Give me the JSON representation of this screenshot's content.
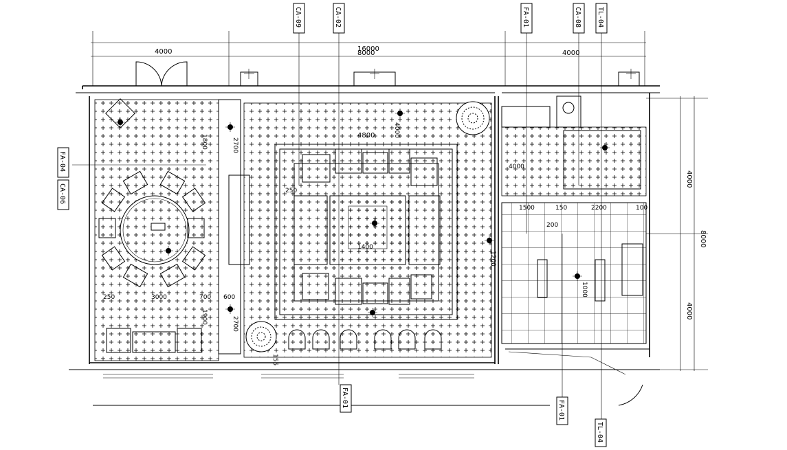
{
  "dimensions": {
    "top_total": "16000",
    "top_left": "4000",
    "top_mid": "8000",
    "top_right": "4000",
    "right_top": "4000",
    "right_total": "8000",
    "right_bottom": "4000",
    "inner_4800": "4800",
    "inner_4000a": "4000",
    "inner_4000b": "4000",
    "d1800": "1800",
    "d2700a": "2700",
    "d2700b": "2700",
    "d1500": "1500",
    "d150": "150",
    "d200": "200",
    "d2200": "2200",
    "d100": "100",
    "d250a": "250",
    "d250b": "250",
    "d700": "700",
    "d600": "600",
    "d1900": "1900",
    "d3000": "3000",
    "d1000": "1000",
    "d1400": "1400",
    "d155": "155",
    "d1200": "1200"
  },
  "tags": {
    "ca_09_top": "CA-09",
    "ca_02_top": "CA-02",
    "fa_01_top": "FA-01",
    "ca_08_top": "CA-08",
    "tl_04_top": "TL-04",
    "fa_04_left": "FA-04",
    "ca_06_left": "CA-06",
    "fa_01_bottom": "FA-01",
    "fa_01_bottom2": "FA-01",
    "tl_04_bottom": "TL-04"
  }
}
